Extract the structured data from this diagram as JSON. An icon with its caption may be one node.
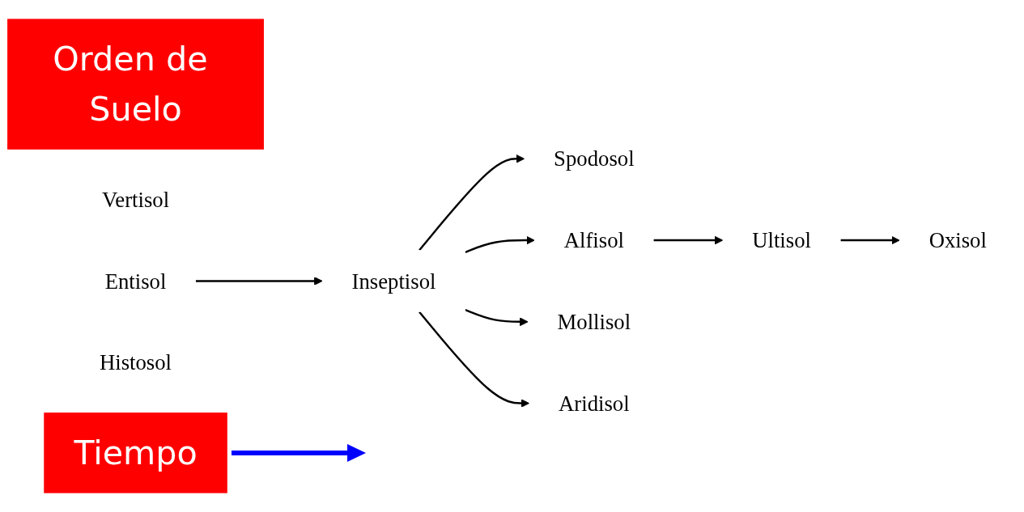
{
  "diagram": {
    "nodes": [
      {
        "text": [
          "Orden de Suelo"
        ]
      },
      {
        "text": [
          "Vertisol"
        ]
      },
      {
        "text": [
          "Spodosol"
        ]
      },
      {
        "text": [
          "Entisol"
        ]
      },
      {
        "text": [
          "Inseptisol"
        ]
      },
      {
        "text": [
          "Alfisol"
        ]
      },
      {
        "text": [
          "Ultisol"
        ]
      },
      {
        "text": [
          "Oxisol"
        ]
      },
      {
        "text": [
          "Mollisol"
        ]
      },
      {
        "text": [
          "Aridisol"
        ]
      },
      {
        "text": [
          "Histosol"
        ]
      },
      {
        "text": [
          "Tiempo"
        ]
      }
    ],
    "edges": [
      {
        "from": 3,
        "to": 4,
        "arrow": "to"
      },
      {
        "from": 4,
        "to": 2,
        "arrow": "to"
      },
      {
        "from": 4,
        "to": 5,
        "arrow": "to"
      },
      {
        "from": 4,
        "to": 8,
        "arrow": "to"
      },
      {
        "from": 4,
        "to": 9,
        "arrow": "to"
      },
      {
        "from": 5,
        "to": 6,
        "arrow": "to"
      },
      {
        "from": 6,
        "to": 7,
        "arrow": "to"
      }
    ]
  }
}
